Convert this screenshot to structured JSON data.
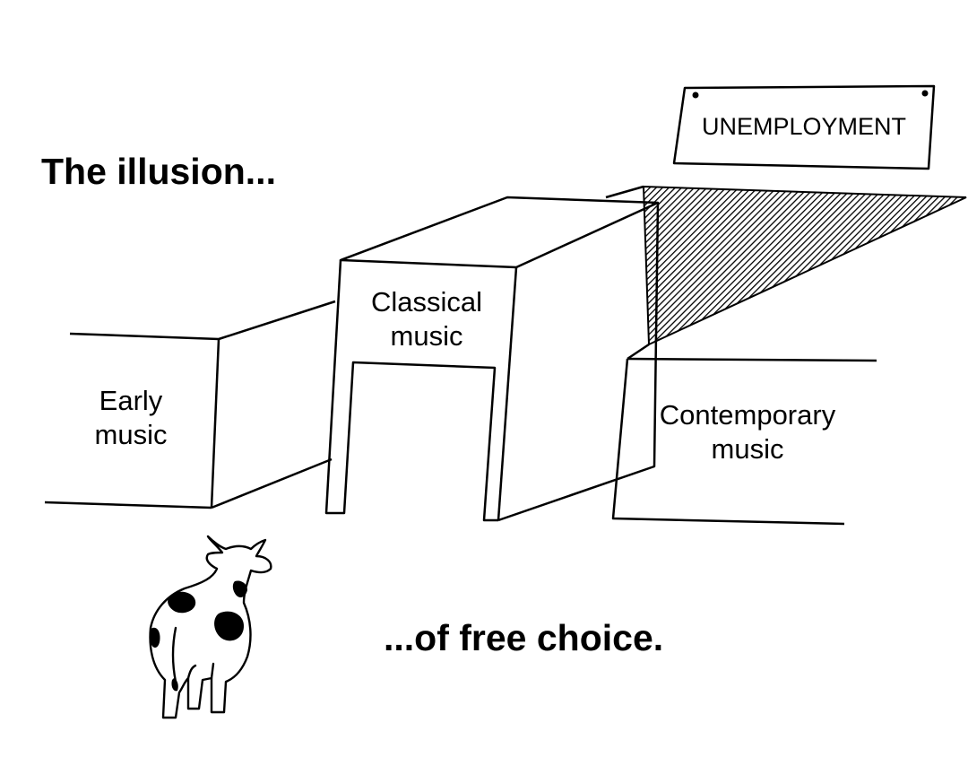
{
  "captions": {
    "top": "The illusion...",
    "bottom": "...of free choice."
  },
  "sign": {
    "text": "UNEMPLOYMENT"
  },
  "boxes": {
    "early": "Early\nmusic",
    "classical": "Classical\nmusic",
    "contemporary": "Contemporary\nmusic"
  },
  "icons": {
    "cow": "cow-icon"
  },
  "colors": {
    "ink": "#000000",
    "paper": "#ffffff"
  }
}
